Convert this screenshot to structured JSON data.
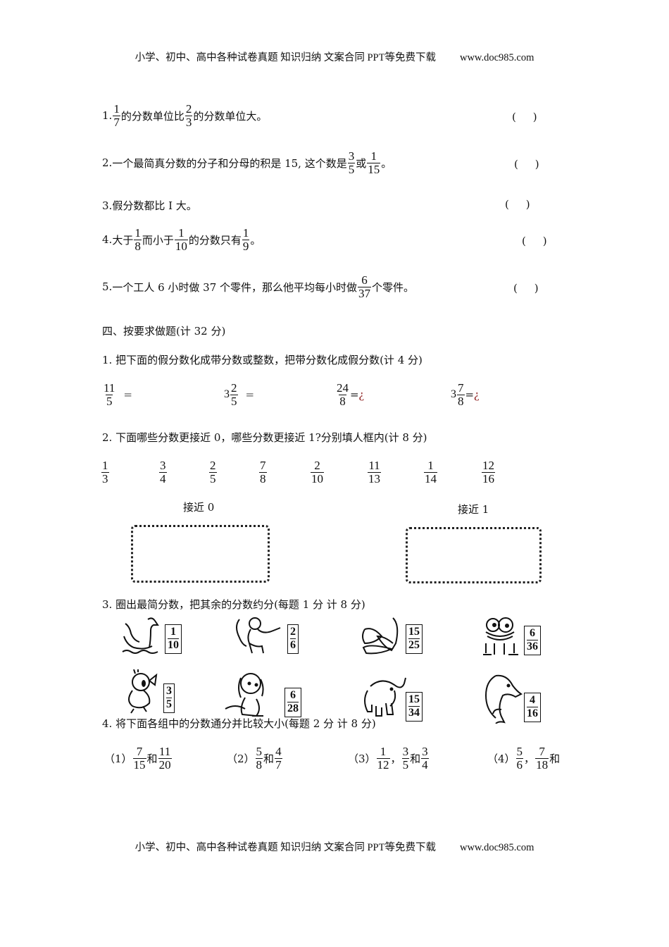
{
  "header": {
    "text": "小学、初中、高中各种试卷真题 知识归纳 文案合同 PPT等免费下载",
    "site": "www.doc985.com"
  },
  "footer": {
    "text": "小学、初中、高中各种试卷真题 知识归纳 文案合同 PPT等免费下载",
    "site": "www.doc985.com"
  },
  "judge": [
    {
      "num": "1.",
      "f1": {
        "n": "1",
        "d": "7"
      },
      "t1": "的分数单位比",
      "f2": {
        "n": "2",
        "d": "3"
      },
      "t2": "的分数单位大。",
      "paren": "(     )"
    },
    {
      "num": "2.",
      "t0": "一个最简真分数的分子和分母的积是 15, 这个数是",
      "f1": {
        "n": "3",
        "d": "5"
      },
      "t1": "或",
      "f2": {
        "n": "1",
        "d": "15"
      },
      "t2": "。",
      "paren": "(     )"
    },
    {
      "num": "3.",
      "t0": "假分数都比 I 大。",
      "paren": "(     )"
    },
    {
      "num": "4.",
      "t0": "大于",
      "f1": {
        "n": "1",
        "d": "8"
      },
      "t1": "而小于",
      "f2": {
        "n": "1",
        "d": "10"
      },
      "t2": "的分数只有",
      "f3": {
        "n": "1",
        "d": "9"
      },
      "t3": "。",
      "paren": "(     )"
    },
    {
      "num": "5.",
      "t0": "一个工人 6 小时做 37 个零件，那么他平均每小时做",
      "f1": {
        "n": "6",
        "d": "37"
      },
      "t1": "个零件。",
      "paren": "(     )"
    }
  ],
  "section4": {
    "title": "四、按要求做题(计 32 分)"
  },
  "q1": {
    "title": "1. 把下面的假分数化成带分数或整数，把带分数化成假分数(计 4 分)",
    "items": [
      {
        "whole": "",
        "n": "11",
        "d": "5",
        "eq": "=",
        "tail": ""
      },
      {
        "whole": "3",
        "n": "2",
        "d": "5",
        "eq": "=",
        "tail": ""
      },
      {
        "whole": "",
        "n": "24",
        "d": "8",
        "eq": "=",
        "tail": "¿"
      },
      {
        "whole": "3",
        "n": "7",
        "d": "8",
        "eq": "=",
        "tail": "¿"
      }
    ]
  },
  "q2": {
    "title": "2. 下面哪些分数更接近 0，哪些分数更接近 1?分别填人框内(计 8  分)",
    "fractions": [
      {
        "n": "1",
        "d": "3"
      },
      {
        "n": "3",
        "d": "4"
      },
      {
        "n": "2",
        "d": "5"
      },
      {
        "n": "7",
        "d": "8"
      },
      {
        "n": "2",
        "d": "10"
      },
      {
        "n": "11",
        "d": "13"
      },
      {
        "n": "1",
        "d": "14"
      },
      {
        "n": "12",
        "d": "16"
      }
    ],
    "box_left_label": "接近 0",
    "box_right_label": "接近 1"
  },
  "q3": {
    "title": "3. 圈出最简分数，把其余的分数约分(每题 1 分    计 8  分)",
    "cards": [
      {
        "animal": "swan",
        "n": "1",
        "d": "10"
      },
      {
        "animal": "monkey",
        "n": "2",
        "d": "6"
      },
      {
        "animal": "butterfly",
        "n": "15",
        "d": "25"
      },
      {
        "animal": "frog",
        "n": "6",
        "d": "36"
      },
      {
        "animal": "duckling",
        "n": "3",
        "d": "5"
      },
      {
        "animal": "puppy",
        "n": "6",
        "d": "28"
      },
      {
        "animal": "elephant",
        "n": "15",
        "d": "34"
      },
      {
        "animal": "dolphin",
        "n": "4",
        "d": "16"
      }
    ]
  },
  "q4": {
    "title": "4. 将下面各组中的分数通分并比较大小(每题 2 分    计 8  分)",
    "groups": [
      {
        "label": "（1）",
        "parts": [
          {
            "n": "7",
            "d": "15"
          },
          {
            "sep": "和"
          },
          {
            "n": "11",
            "d": "20"
          }
        ]
      },
      {
        "label": "（2）",
        "parts": [
          {
            "n": "5",
            "d": "8"
          },
          {
            "sep": "和"
          },
          {
            "n": "4",
            "d": "7"
          }
        ]
      },
      {
        "label": "（3）",
        "parts": [
          {
            "n": "1",
            "d": "12"
          },
          {
            "sep": "，"
          },
          {
            "n": "3",
            "d": "5"
          },
          {
            "sep": "和"
          },
          {
            "n": "3",
            "d": "4"
          }
        ]
      },
      {
        "label": "（4）",
        "parts": [
          {
            "n": "5",
            "d": "6"
          },
          {
            "sep": "，"
          },
          {
            "n": "7",
            "d": "18"
          },
          {
            "sep": "和"
          }
        ]
      }
    ]
  }
}
